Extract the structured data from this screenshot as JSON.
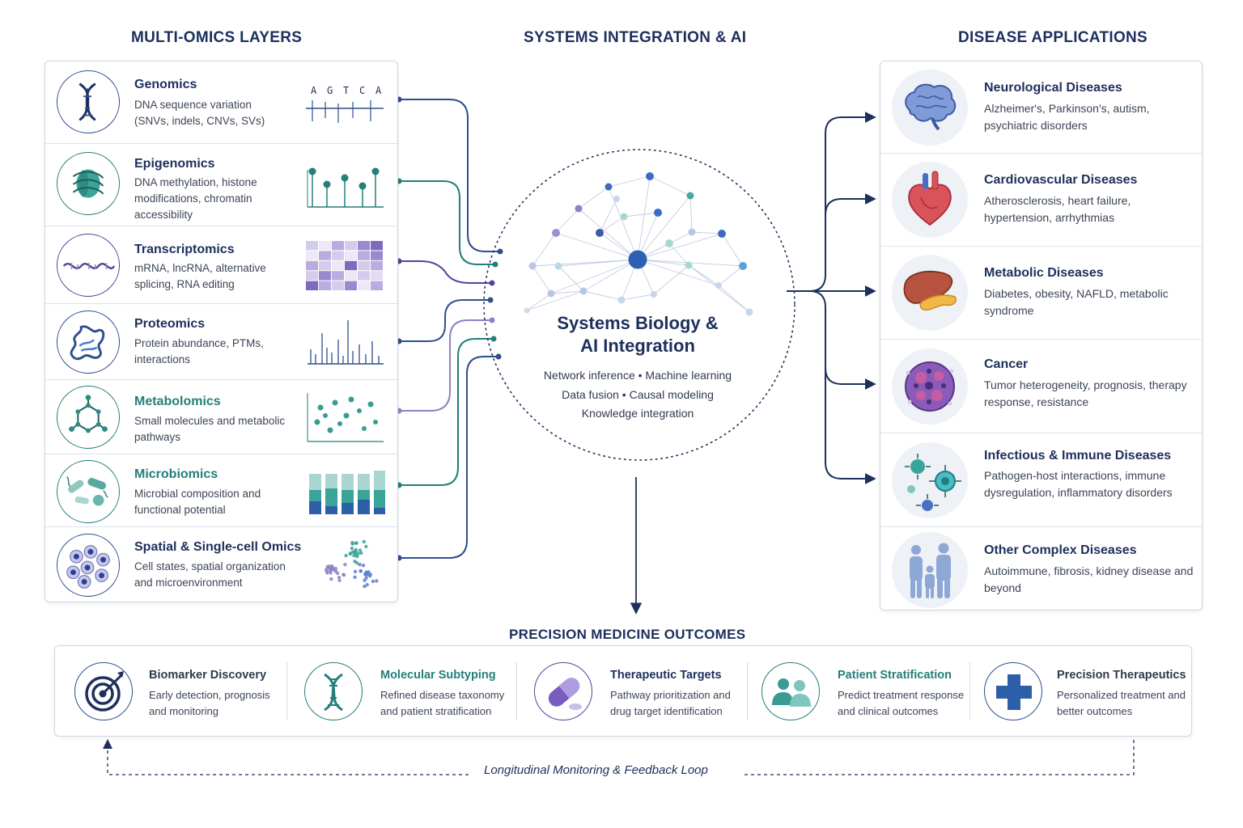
{
  "headers": {
    "left": "MULTI-OMICS LAYERS",
    "middle": "SYSTEMS INTEGRATION & AI",
    "right": "DISEASE APPLICATIONS"
  },
  "omics": [
    {
      "title": "Genomics",
      "desc": "DNA sequence variation (SNVs, indels, CNVs, SVs)",
      "icon": "dna-icon",
      "color": "#2d4f8e"
    },
    {
      "title": "Epigenomics",
      "desc": "DNA methylation, histone modifications, chromatin accessibility",
      "icon": "nucleosome-icon",
      "color": "#237f7a"
    },
    {
      "title": "Transcriptomics",
      "desc": "mRNA, lncRNA, alternative splicing, RNA editing",
      "icon": "rna-icon",
      "color": "#5b3f9a"
    },
    {
      "title": "Proteomics",
      "desc": "Protein abundance, PTMs, interactions",
      "icon": "protein-icon",
      "color": "#2d4f8e"
    },
    {
      "title": "Metabolomics",
      "desc": "Small molecules and metabolic pathways",
      "icon": "molecule-icon",
      "color": "#237f7a"
    },
    {
      "title": "Microbiomics",
      "desc": "Microbial composition and functional potential",
      "icon": "microbe-icon",
      "color": "#237f7a"
    },
    {
      "title": "Spatial & Single-cell Omics",
      "desc": "Cell states, spatial organization and microenvironment",
      "icon": "cells-icon",
      "color": "#2d4f8e"
    }
  ],
  "dna_letters": [
    "A",
    "G",
    "T",
    "C",
    "A"
  ],
  "hub": {
    "title_line1": "Systems Biology &",
    "title_line2": "AI Integration",
    "line1": "Network inference  •  Machine learning",
    "line2": "Data fusion  •  Causal modeling",
    "line3": "Knowledge integration"
  },
  "diseases": [
    {
      "title": "Neurological Diseases",
      "desc": "Alzheimer's, Parkinson's, autism, psychiatric disorders",
      "icon": "brain-icon"
    },
    {
      "title": "Cardiovascular Diseases",
      "desc": "Atherosclerosis, heart failure, hypertension, arrhythmias",
      "icon": "heart-icon"
    },
    {
      "title": "Metabolic Diseases",
      "desc": "Diabetes, obesity, NAFLD, metabolic syndrome",
      "icon": "liver-icon"
    },
    {
      "title": "Cancer",
      "desc": "Tumor heterogeneity, prognosis, therapy response, resistance",
      "icon": "tumor-cell-icon"
    },
    {
      "title": "Infectious & Immune Diseases",
      "desc": "Pathogen-host interactions, immune dysregulation, inflammatory disorders",
      "icon": "pathogen-icon"
    },
    {
      "title": "Other Complex Diseases",
      "desc": "Autoimmune, fibrosis, kidney disease and beyond",
      "icon": "family-icon"
    }
  ],
  "outcomes_title": "PRECISION MEDICINE OUTCOMES",
  "outcomes": [
    {
      "title": "Biomarker Discovery",
      "desc": "Early detection, prognosis and monitoring",
      "icon": "target-icon",
      "color": "#1d2f5c"
    },
    {
      "title": "Molecular Subtyping",
      "desc": "Refined disease taxonomy and patient stratification",
      "icon": "dna-icon",
      "color": "#237f7a"
    },
    {
      "title": "Therapeutic Targets",
      "desc": "Pathway prioritization and drug target identification",
      "icon": "pill-icon",
      "color": "#1d2f5c"
    },
    {
      "title": "Patient Stratification",
      "desc": "Predict treatment response and clinical outcomes",
      "icon": "patients-icon",
      "color": "#237f7a"
    },
    {
      "title": "Precision Therapeutics",
      "desc": "Personalized treatment and better outcomes",
      "icon": "medical-cross-icon",
      "color": "#1d2f5c"
    }
  ],
  "loop_label": "Longitudinal Monitoring & Feedback Loop",
  "colors": {
    "navy": "#1d2f5c",
    "blue": "#2d4f8e",
    "teal": "#237f7a",
    "purple": "#5b3f9a",
    "lavender": "#8f7fc6"
  }
}
